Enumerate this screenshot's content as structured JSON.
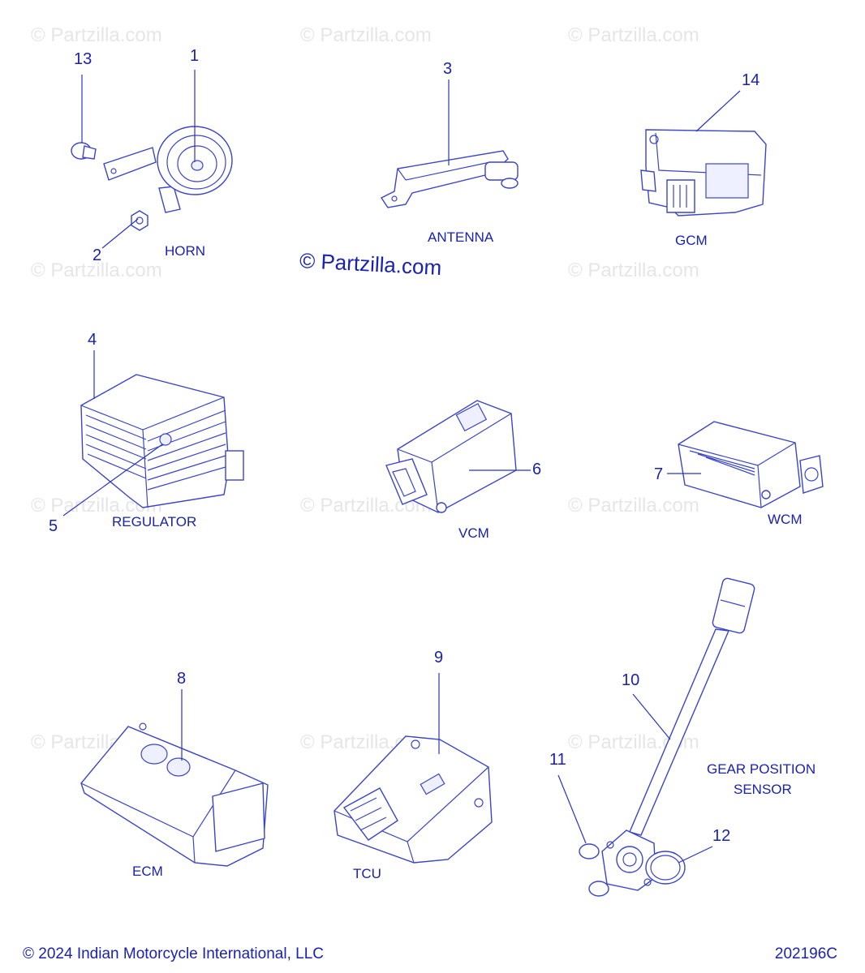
{
  "watermark": "© Partzilla.com",
  "center_watermark": "© Partzilla.com",
  "callouts": {
    "n1": "1",
    "n2": "2",
    "n3": "3",
    "n4": "4",
    "n5": "5",
    "n6": "6",
    "n7": "7",
    "n8": "8",
    "n9": "9",
    "n10": "10",
    "n11": "11",
    "n12": "12",
    "n13": "13",
    "n14": "14"
  },
  "labels": {
    "horn": "HORN",
    "antenna": "ANTENNA",
    "gcm": "GCM",
    "regulator": "REGULATOR",
    "vcm": "VCM",
    "wcm": "WCM",
    "ecm": "ECM",
    "tcu": "TCU",
    "gps_line1": "GEAR POSITION",
    "gps_line2": "SENSOR"
  },
  "footer": {
    "copyright": "© 2024 Indian Motorcycle International, LLC",
    "diagram_id": "202196C"
  },
  "colors": {
    "ink": "#1a22b0",
    "watermark": "#e6e6e6"
  }
}
